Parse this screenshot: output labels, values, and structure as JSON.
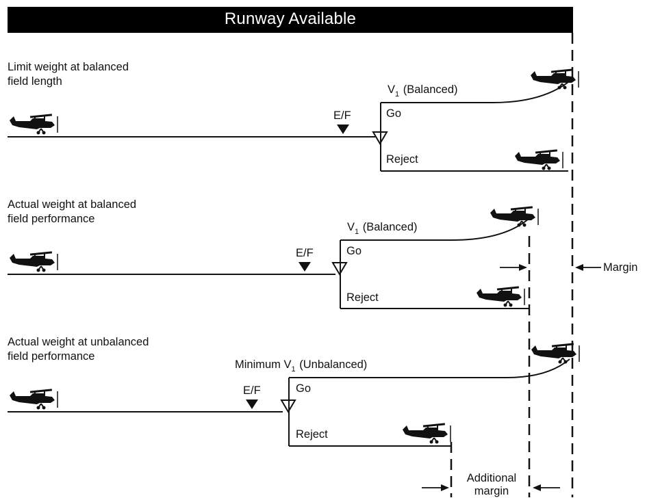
{
  "header": {
    "title": "Runway Available"
  },
  "scenarios": [
    {
      "title_line1": "Limit weight at balanced",
      "title_line2": "field length",
      "v1_prefix": "V",
      "v1_sub": "1",
      "v1_suffix": "(Balanced)",
      "ef": "E/F",
      "go": "Go",
      "reject": "Reject"
    },
    {
      "title_line1": "Actual weight at balanced",
      "title_line2": "field performance",
      "v1_prefix": "V",
      "v1_sub": "1",
      "v1_suffix": "(Balanced)",
      "ef": "E/F",
      "go": "Go",
      "reject": "Reject"
    },
    {
      "title_line1": "Actual weight at unbalanced",
      "title_line2": "field performance",
      "v1_prefix": "Minimum V",
      "v1_sub": "1",
      "v1_suffix": "(Unbalanced)",
      "ef": "E/F",
      "go": "Go",
      "reject": "Reject"
    }
  ],
  "margin_label": "Margin",
  "additional_margin_line1": "Additional",
  "additional_margin_line2": "margin",
  "icons": [
    "airplane-icon",
    "ef-marker-icon",
    "v1-marker-icon",
    "arrow-icon"
  ]
}
